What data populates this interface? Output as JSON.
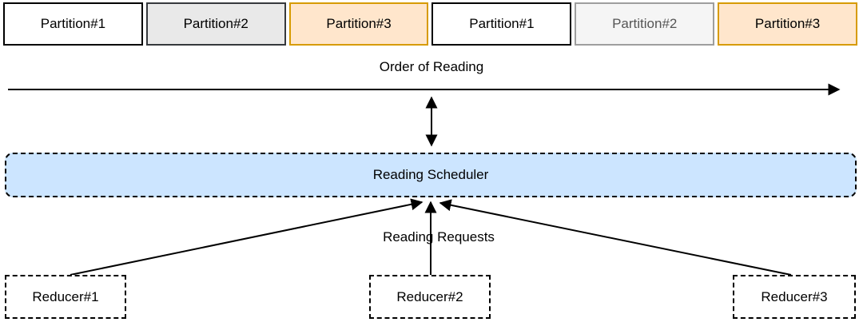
{
  "diagram": {
    "partitions": [
      {
        "label": "Partition#1",
        "variant": "white"
      },
      {
        "label": "Partition#2",
        "variant": "gray"
      },
      {
        "label": "Partition#3",
        "variant": "orange"
      },
      {
        "label": "Partition#1",
        "variant": "white"
      },
      {
        "label": "Partition#2",
        "variant": "gray-light"
      },
      {
        "label": "Partition#3",
        "variant": "orange"
      }
    ],
    "order_arrow": {
      "label": "Order of Reading"
    },
    "scheduler": {
      "label": "Reading Scheduler"
    },
    "requests": {
      "label": "Reading Requests"
    },
    "reducers": [
      {
        "label": "Reducer#1"
      },
      {
        "label": "Reducer#2"
      },
      {
        "label": "Reducer#3"
      }
    ],
    "colors": {
      "white_fill": "#ffffff",
      "white_border": "#000000",
      "gray_fill": "#e9e9e9",
      "gray_border": "#36393d",
      "gray_light_fill": "#f5f5f5",
      "gray_light_border": "#9e9e9e",
      "gray_light_text": "#555555",
      "orange_fill": "#ffe6cc",
      "orange_border": "#d79b00",
      "scheduler_fill": "#cce5ff",
      "line_color": "#000000"
    }
  }
}
